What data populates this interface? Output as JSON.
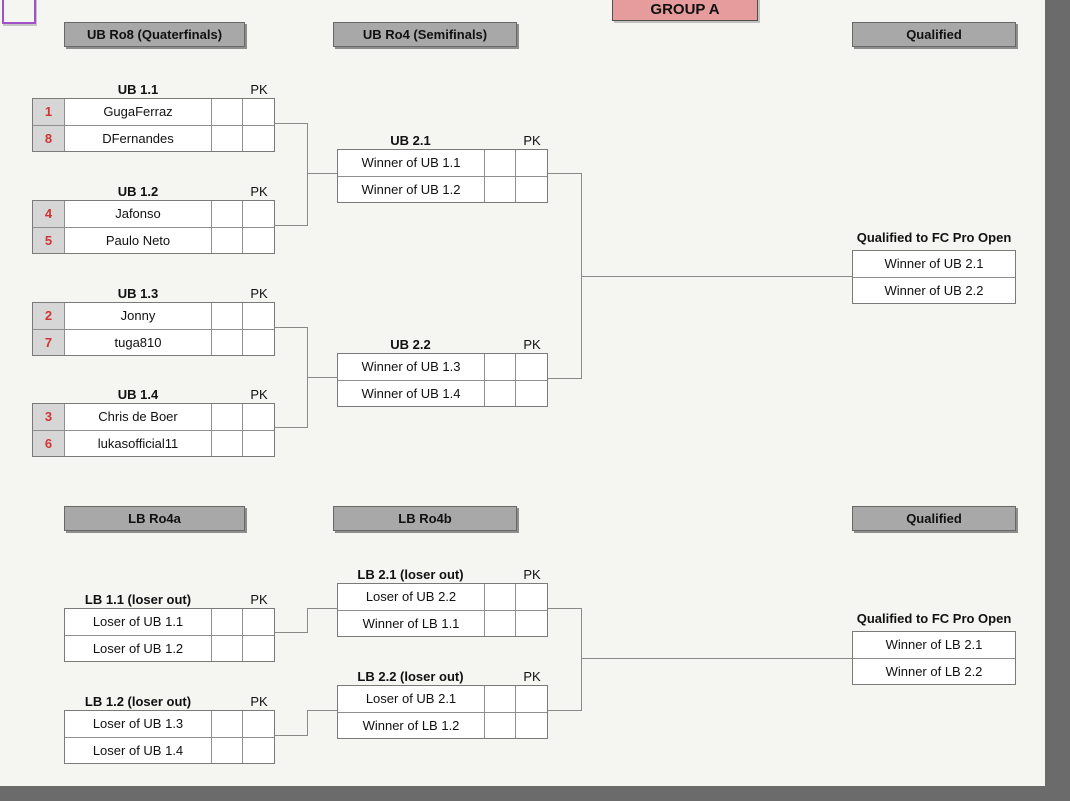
{
  "group_label": "GROUP A",
  "colors": {
    "background": "#f5f6f2",
    "accent_pink": "#e69c9c",
    "header_gray": "#a8a8a8",
    "seed_red": "#d03434",
    "selection_purple": "#a252c8",
    "frame_gray": "#6b6b6b",
    "line_gray": "#8a8a8a"
  },
  "upper": {
    "headers": [
      "UB Ro8 (Quaterfinals)",
      "UB Ro4 (Semifinals)",
      "Qualified"
    ],
    "round1": [
      {
        "title": "UB 1.1",
        "pk": "PK",
        "players": [
          {
            "seed": "1",
            "name": "GugaFerraz"
          },
          {
            "seed": "8",
            "name": "DFernandes"
          }
        ]
      },
      {
        "title": "UB 1.2",
        "pk": "PK",
        "players": [
          {
            "seed": "4",
            "name": "Jafonso"
          },
          {
            "seed": "5",
            "name": "Paulo Neto"
          }
        ]
      },
      {
        "title": "UB 1.3",
        "pk": "PK",
        "players": [
          {
            "seed": "2",
            "name": "Jonny"
          },
          {
            "seed": "7",
            "name": "tuga810"
          }
        ]
      },
      {
        "title": "UB 1.4",
        "pk": "PK",
        "players": [
          {
            "seed": "3",
            "name": "Chris de Boer"
          },
          {
            "seed": "6",
            "name": "lukasofficial11"
          }
        ]
      }
    ],
    "round2": [
      {
        "title": "UB 2.1",
        "pk": "PK",
        "players": [
          {
            "name": "Winner of UB 1.1"
          },
          {
            "name": "Winner of UB 1.2"
          }
        ]
      },
      {
        "title": "UB 2.2",
        "pk": "PK",
        "players": [
          {
            "name": "Winner of UB 1.3"
          },
          {
            "name": "Winner of UB 1.4"
          }
        ]
      }
    ],
    "qualified": {
      "title": "Qualified to FC Pro Open",
      "rows": [
        "Winner of UB 2.1",
        "Winner of UB 2.2"
      ]
    }
  },
  "lower": {
    "headers": [
      "LB Ro4a",
      "LB Ro4b",
      "Qualified"
    ],
    "round1": [
      {
        "title": "LB 1.1 (loser out)",
        "pk": "PK",
        "players": [
          {
            "name": "Loser of UB 1.1"
          },
          {
            "name": "Loser of UB 1.2"
          }
        ]
      },
      {
        "title": "LB 1.2 (loser out)",
        "pk": "PK",
        "players": [
          {
            "name": "Loser of UB 1.3"
          },
          {
            "name": "Loser of UB 1.4"
          }
        ]
      }
    ],
    "round2": [
      {
        "title": "LB 2.1 (loser out)",
        "pk": "PK",
        "players": [
          {
            "name": "Loser of UB 2.2"
          },
          {
            "name": "Winner of LB 1.1"
          }
        ]
      },
      {
        "title": "LB 2.2 (loser out)",
        "pk": "PK",
        "players": [
          {
            "name": "Loser of UB 2.1"
          },
          {
            "name": "Winner of LB 1.2"
          }
        ]
      }
    ],
    "qualified": {
      "title": "Qualified to FC Pro Open",
      "rows": [
        "Winner of LB 2.1",
        "Winner of LB 2.2"
      ]
    }
  }
}
